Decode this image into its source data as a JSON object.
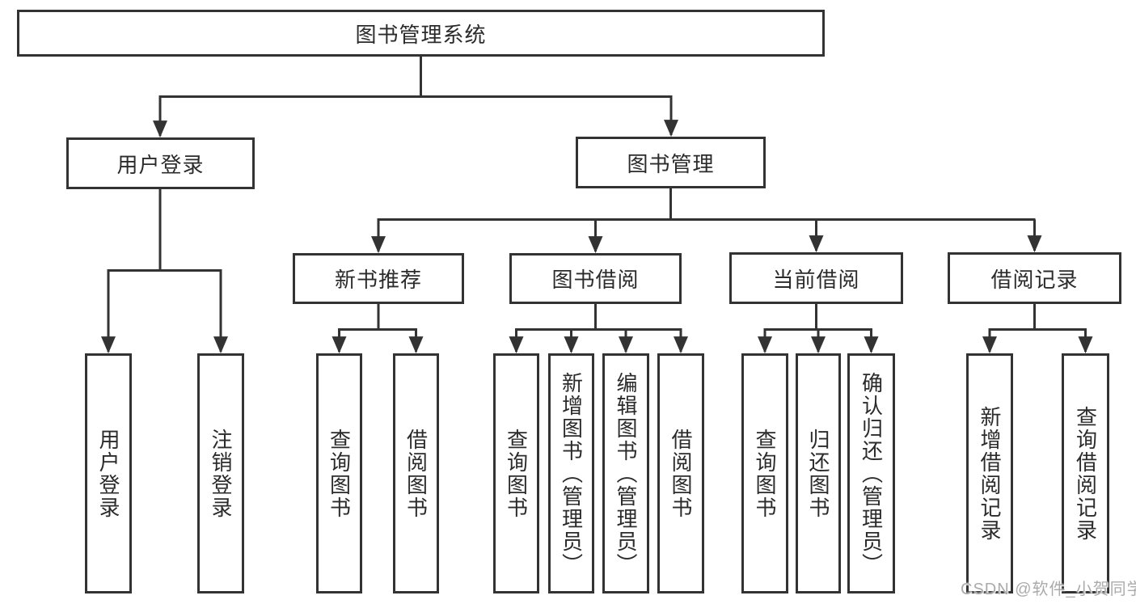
{
  "watermark": {
    "text": "CSDN @软件_小贺同学"
  },
  "tree": {
    "label": "图书管理系统",
    "children": [
      {
        "label": "用户登录",
        "children": [
          {
            "label": "用户登录"
          },
          {
            "label": "注销登录"
          }
        ]
      },
      {
        "label": "图书管理",
        "children": [
          {
            "label": "新书推荐",
            "children": [
              {
                "label": "查询图书"
              },
              {
                "label": "借阅图书"
              }
            ]
          },
          {
            "label": "图书借阅",
            "children": [
              {
                "label": "查询图书"
              },
              {
                "label": "新增图书（管理员）"
              },
              {
                "label": "编辑图书（管理员）"
              },
              {
                "label": "借阅图书"
              }
            ]
          },
          {
            "label": "当前借阅",
            "children": [
              {
                "label": "查询图书"
              },
              {
                "label": "归还图书"
              },
              {
                "label": "确认归还（管理员）"
              }
            ]
          },
          {
            "label": "借阅记录",
            "children": [
              {
                "label": "新增借阅记录"
              },
              {
                "label": "查询借阅记录"
              }
            ]
          }
        ]
      }
    ]
  },
  "colors": {
    "line": "#333333",
    "text": "#2b2b2b",
    "watermark": "#ababab",
    "background": "#ffffff"
  }
}
